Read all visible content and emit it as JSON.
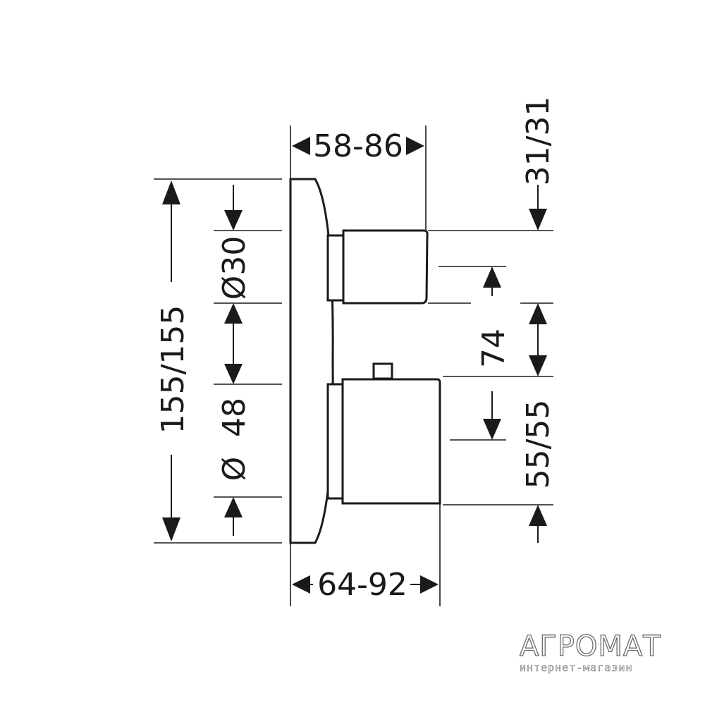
{
  "dimensions": {
    "top_width": "58-86",
    "bottom_width": "64-92",
    "total_height": "155/155",
    "upper_diameter": "Ø30",
    "lower_diameter_symbol": "Ø",
    "lower_diameter_value": "48",
    "spacing": "74",
    "top_offset": "31/31",
    "bottom_offset": "55/55"
  },
  "watermark": {
    "logo": "АГРОМАТ",
    "subtitle": "интернет-магазин"
  }
}
